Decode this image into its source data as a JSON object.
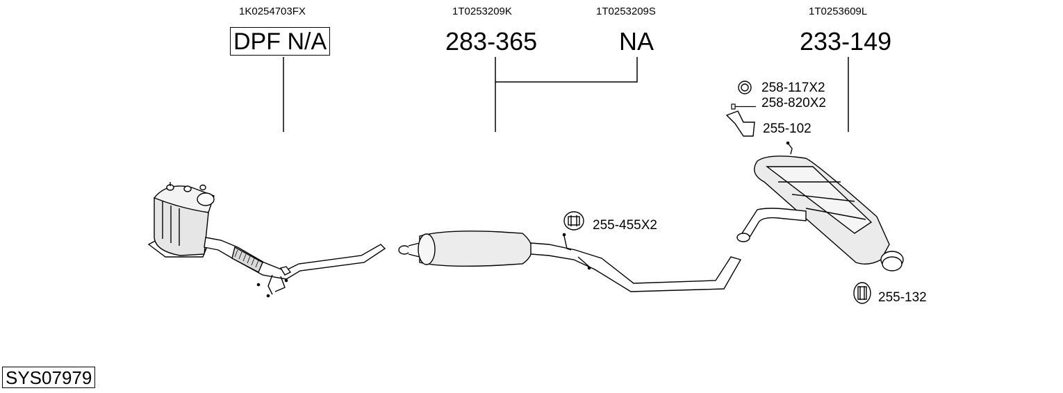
{
  "oem_numbers": {
    "dpf": "1K0254703FX",
    "middle_silencer": "1T0253209K",
    "middle_silencer_alt": "1T0253209S",
    "rear_silencer": "1T0253609L"
  },
  "part_numbers": {
    "dpf": "DPF N/A",
    "middle_silencer": "283-365",
    "middle_silencer_alt": "NA",
    "rear_silencer": "233-149"
  },
  "accessories": {
    "ring": "258-117X2",
    "bolt": "258-820X2",
    "bracket": "255-102",
    "rubber_mount_middle": "255-455X2",
    "rubber_mount_rear": "255-132"
  },
  "system_code": "SYS07979"
}
